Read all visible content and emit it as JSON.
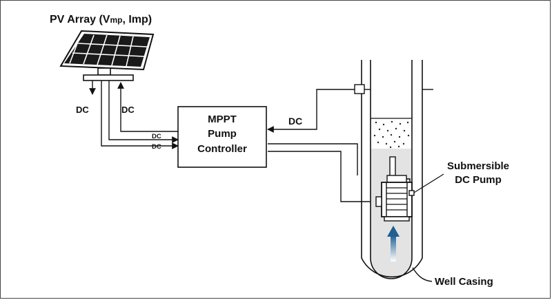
{
  "pv_array": {
    "title": "PV Array (V",
    "sub1": "mp",
    "mid": ", Imp)"
  },
  "labels": {
    "dc_down": "DC",
    "dc_up": "DC",
    "dc_small_1": "DC",
    "dc_small_2": "DC",
    "dc_right": "DC"
  },
  "controller": {
    "line1": "MPPT",
    "line2": "Pump",
    "line3": "Controller"
  },
  "pump": {
    "line1": "Submersible",
    "line2": "DC Pump"
  },
  "well": {
    "label": "Well Casing"
  },
  "colors": {
    "stroke": "#111111",
    "water": "#e3e3e3",
    "arrow": "#1f5f93"
  }
}
